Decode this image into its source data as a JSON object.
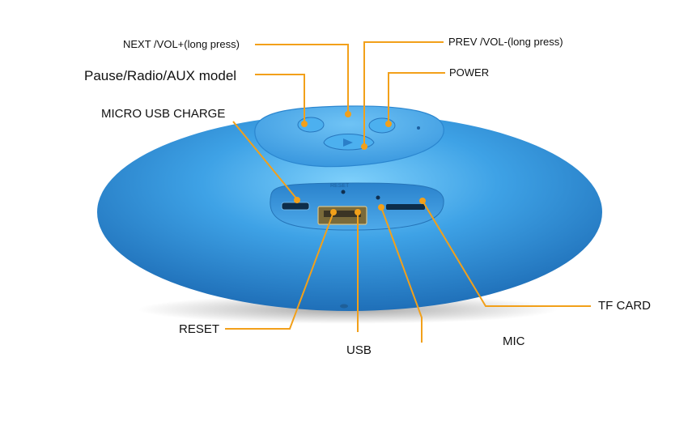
{
  "callouts": {
    "next_vol_plus": "NEXT /VOL+(long press)",
    "prev_vol_minus": "PREV /VOL-(long press)",
    "pause_radio_aux": "Pause/Radio/AUX model",
    "power": "POWER",
    "micro_usb_charge": "MICRO USB CHARGE",
    "tf_card": "TF CARD",
    "reset": "RESET",
    "usb": "USB",
    "mic": "MIC"
  },
  "device": {
    "reset_marking": "RESET"
  },
  "colors": {
    "callout_line": "#f2a01a",
    "speaker_body": "#2e8fdc",
    "speaker_highlight": "#6fc3f5",
    "background": "#ffffff"
  }
}
